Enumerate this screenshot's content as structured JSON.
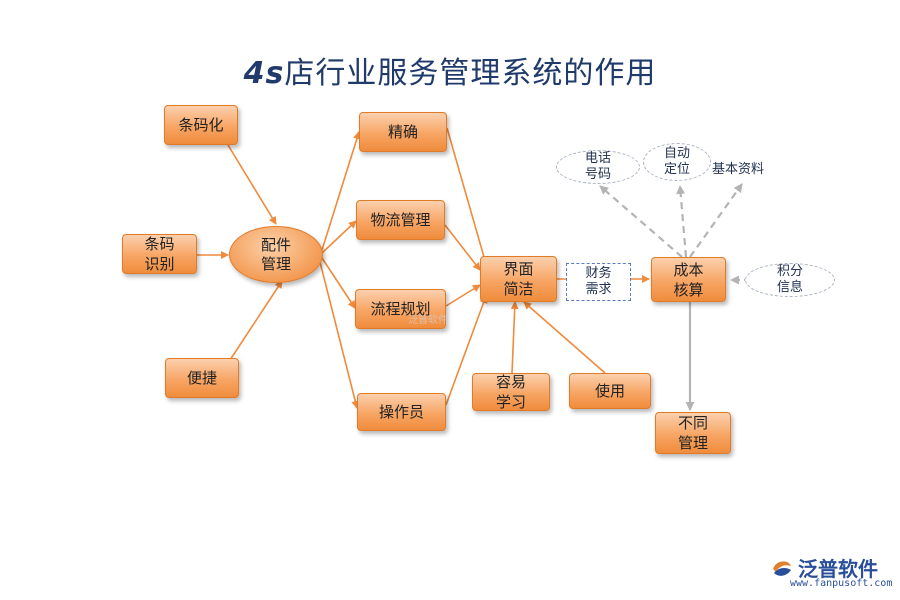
{
  "title": {
    "prefix": "4s",
    "main": "店行业服务管理系统的作用"
  },
  "nodes": {
    "tiaomahua": "条码化",
    "tiaoma_shibie": "条码\n识别",
    "bianjie": "便捷",
    "peijian_guanli": "配件\n管理",
    "jingque": "精确",
    "wuliu_guanli": "物流管理",
    "liucheng_guihua": "流程规划",
    "caozuoyuan": "操作员",
    "jiemian_jianjie": "界面\n简洁",
    "rongyi_xuexi": "容易\n学习",
    "shiyong": "使用",
    "caiwu_xuqiu": "财务\n需求",
    "chengben_hesuan": "成本\n核算",
    "dianhua_haoma": "电话\n号码",
    "zidong_dingwei": "自动\n定位",
    "jiben_ziliao": "基本资料",
    "jifen_xinxi": "积分\n信息",
    "butong_guanli": "不同\n管理"
  },
  "logo": {
    "brand": "泛普软件",
    "url": "www.fanpusoft.com"
  },
  "watermark": "泛普软件",
  "colors": {
    "orange_arrow": "#f08a3c",
    "gray_arrow": "#b4b4b4",
    "title": "#1f3a6b"
  }
}
